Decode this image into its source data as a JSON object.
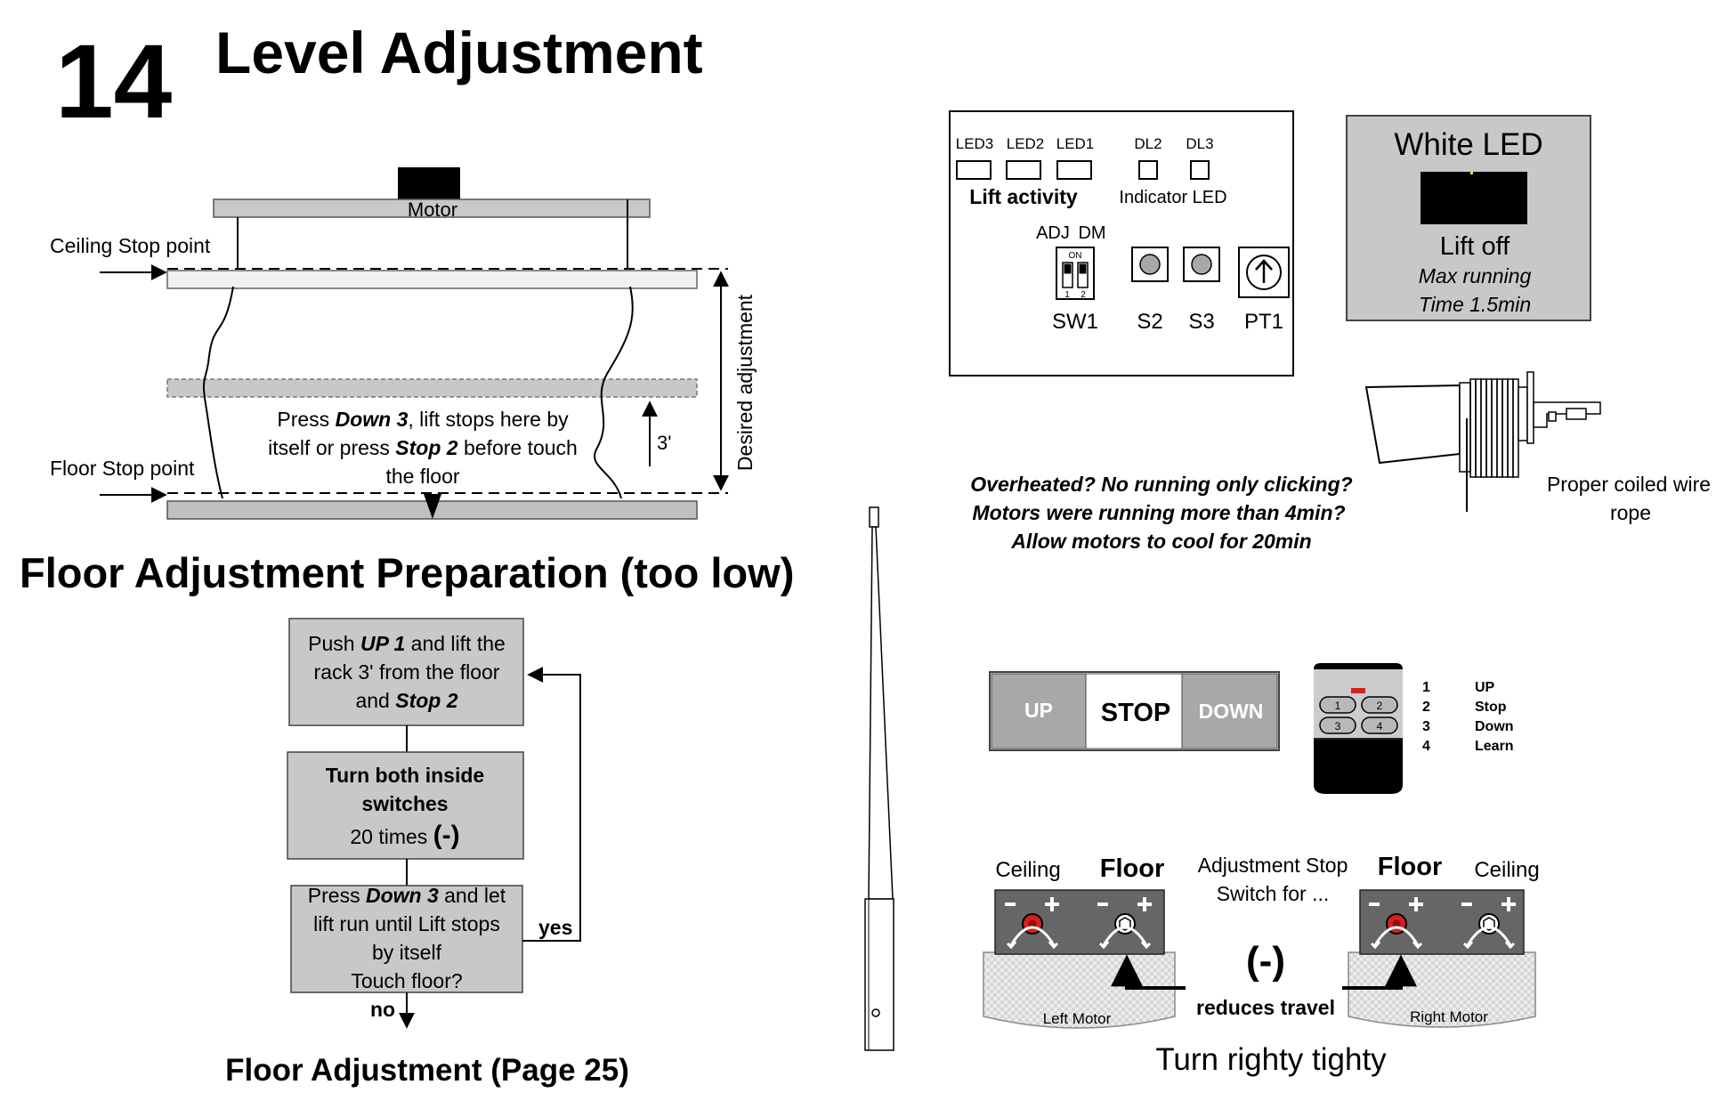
{
  "header": {
    "number": "14",
    "title": "Level Adjustment"
  },
  "lift_diagram": {
    "motor": "Motor",
    "ceiling_stop": "Ceiling Stop point",
    "floor_stop": "Floor Stop point",
    "desired": "Desired adjustment",
    "offset": "3'",
    "note": {
      "l1_a": "Press ",
      "l1_b": "Down 3",
      "l1_c": ", lift stops here by",
      "l2_a": "itself or press ",
      "l2_b": "Stop 2",
      "l2_c": " before touch",
      "l3": "the floor"
    }
  },
  "section_title": "Floor Adjustment Preparation (too low)",
  "flowchart": {
    "box1": {
      "l1_a": "Push ",
      "l1_b": "UP 1",
      "l1_c": " and lift the",
      "l2": "rack 3' from the floor",
      "l3_a": "and ",
      "l3_b": "Stop 2"
    },
    "box2": {
      "l1": "Turn both inside",
      "l2": "switches",
      "l3_a": "20 times ",
      "l3_b": "(-)"
    },
    "box3": {
      "l1_a": "Press ",
      "l1_b": "Down 3",
      "l1_c": " and let",
      "l2": "lift run until Lift stops",
      "l3": "by itself",
      "l4": "Touch floor?"
    },
    "yes": "yes",
    "no": "no",
    "footer": "Floor Adjustment (Page 25)"
  },
  "control_board": {
    "leds": [
      "LED3",
      "LED2",
      "LED1"
    ],
    "dls": [
      "DL2",
      "DL3"
    ],
    "lift_activity": "Lift activity",
    "indicator_led": "Indicator LED",
    "adj": "ADJ",
    "dm": "DM",
    "dip_on": "ON",
    "dip_1": "1",
    "dip_2": "2",
    "sw1": "SW1",
    "s2": "S2",
    "s3": "S3",
    "pt1": "PT1"
  },
  "white_led_panel": {
    "title": "White LED",
    "status": "Lift off",
    "line1": "Max running",
    "line2": "Time 1.5min"
  },
  "overheat_note": {
    "l1": "Overheated? No running only clicking?",
    "l2": "Motors were running more than 4min?",
    "l3": "Allow motors to cool for 20min"
  },
  "wire_rope": {
    "l1": "Proper coiled wire",
    "l2": "rope"
  },
  "wall_switch": {
    "up": "UP",
    "stop": "STOP",
    "down": "DOWN"
  },
  "remote": {
    "buttons": [
      "1",
      "2",
      "3",
      "4"
    ],
    "legend": [
      {
        "num": "1",
        "label": "UP"
      },
      {
        "num": "2",
        "label": "Stop"
      },
      {
        "num": "3",
        "label": "Down"
      },
      {
        "num": "4",
        "label": "Learn"
      }
    ]
  },
  "motor_switches": {
    "left_ceiling": "Ceiling",
    "left_floor": "Floor",
    "center_l1": "Adjustment Stop",
    "center_l2": "Switch for ...",
    "right_floor": "Floor",
    "right_ceiling": "Ceiling",
    "minus_sym": "(-)",
    "reduces": "reduces travel",
    "left_motor": "Left Motor",
    "right_motor": "Right Motor",
    "footer": "Turn righty tighty"
  },
  "colors": {
    "panel_gray": "#c0c0c0",
    "box_gray": "#c8c8c8",
    "dark_gray": "#666666",
    "red": "#d81e1e"
  }
}
